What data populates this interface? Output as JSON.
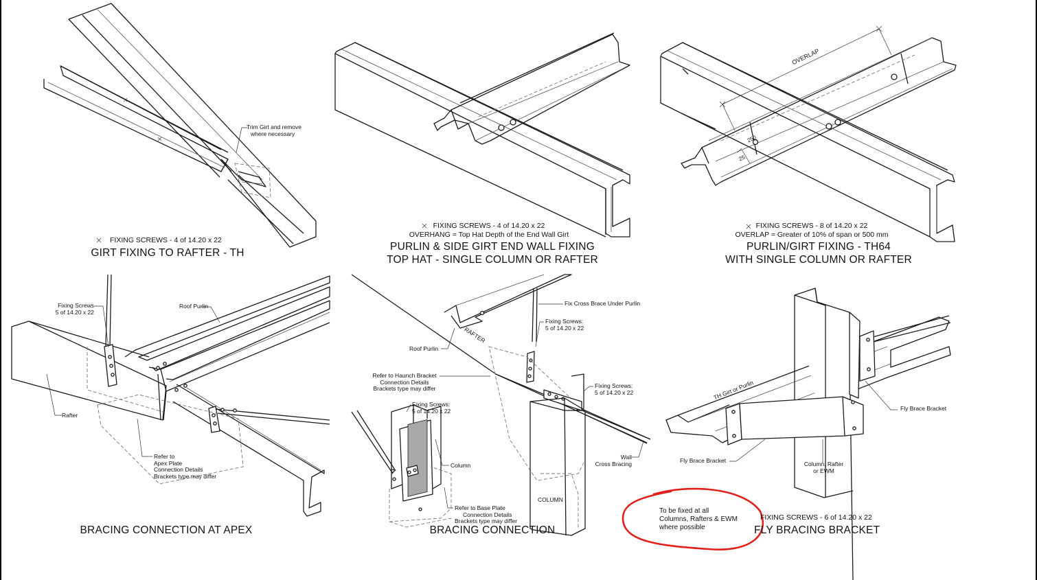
{
  "panels": [
    {
      "id": "girt-rafter",
      "title_lines": [
        "GIRT FIXING TO RAFTER - TH"
      ],
      "notes": [
        "FIXING SCREWS - 4 of 14.20 x 22"
      ],
      "labels": [
        "Trim Girt and remove",
        "where necessary"
      ]
    },
    {
      "id": "purlin-endwall",
      "title_lines": [
        "PURLIN & SIDE GIRT END WALL FIXING",
        "TOP HAT - SINGLE COLUMN OR RAFTER"
      ],
      "notes": [
        "FIXING SCREWS - 4 of 14.20 x 22",
        "OVERHANG = Top Hat Depth of the End Wall Girt"
      ],
      "labels": []
    },
    {
      "id": "th64",
      "title_lines": [
        "PURLIN/GIRT FIXING - TH64",
        "WITH SINGLE COLUMN OR RAFTER"
      ],
      "notes": [
        "FIXING SCREWS - 8 of 14.20 x 22",
        "OVERLAP = Greater of 10% of span or 500 mm"
      ],
      "labels": [
        "OVERLAP",
        "250",
        "25"
      ]
    },
    {
      "id": "apex",
      "title_lines": [
        "BRACING CONNECTION AT APEX"
      ],
      "notes": [],
      "labels": [
        "Fixing Screws",
        "5 of 14.20 x 22",
        "Roof Purlin",
        "Rafter",
        "Refer to",
        "Apex Plate",
        "Connection Details",
        "Brackets type may differ"
      ]
    },
    {
      "id": "bracing",
      "title_lines": [
        "BRACING CONNECTION"
      ],
      "notes": [],
      "labels": [
        "Fix Cross Brace Under Purlin",
        "Fixing Screws:",
        "5 of 14.20 x 22",
        "Roof Purlin",
        "RAFTER",
        "Refer to Haunch Bracket",
        "Connection Details",
        "Brackets type may differ",
        "Fixing Screws:",
        "5 of 14.20 x 22",
        "Fixing Screws:",
        "5 of 14.20 x 22",
        "Column",
        "Refer to Base Plate",
        "Connection Details",
        "Brackets type may differ",
        "COLUMN",
        "Wall",
        "Cross Bracing"
      ]
    },
    {
      "id": "flybrace",
      "title_lines": [
        "FLY BRACING BRACKET"
      ],
      "notes": [
        "FIXING SCREWS - 6 of 14.20 x 22"
      ],
      "labels": [
        "TH Girt or Purlin",
        "Fly Brace Bracket",
        "Fly Brace Bracket",
        "Column, Rafter",
        "or EWM"
      ]
    }
  ],
  "annotation": {
    "lines": [
      "To be fixed at all",
      "Columns, Rafters & EWM",
      "where possible"
    ],
    "color": "#e0211b"
  },
  "colors": {
    "ink": "#1a1a1a",
    "shade": "#a8a8a8",
    "border": "#000000"
  }
}
